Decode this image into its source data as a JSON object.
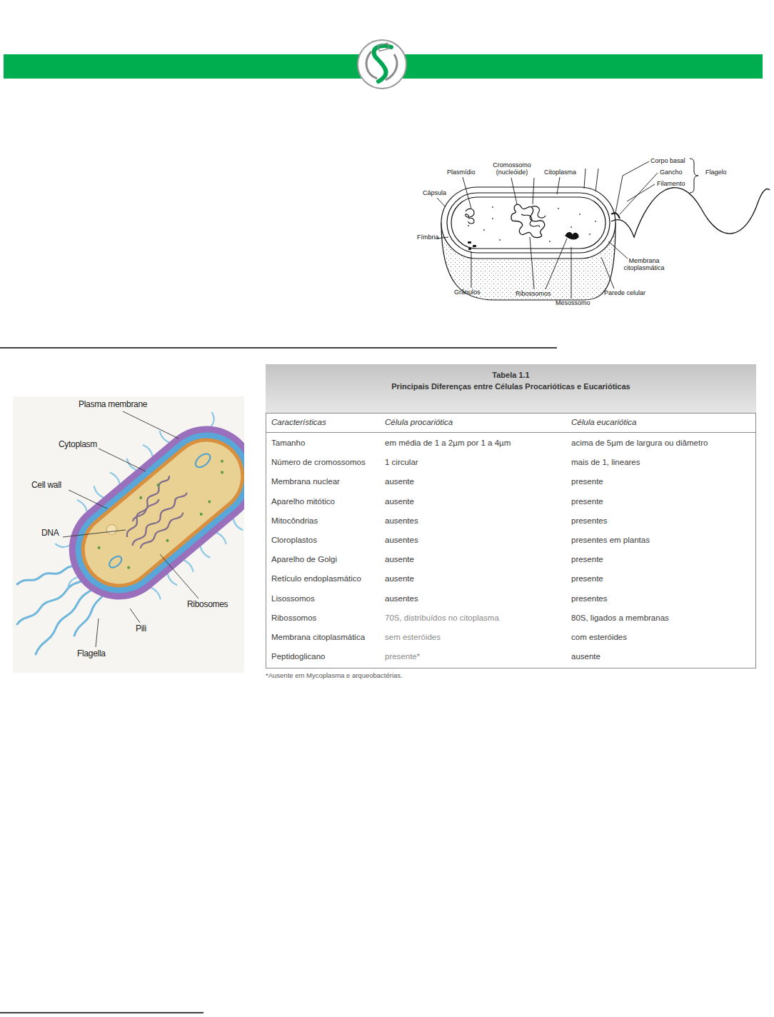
{
  "diagram": {
    "nodes": [
      {
        "text": [
          "Tabela 1.1",
          "Principais Diferenças entre Células Procarióticas e Eucarióticas"
        ]
      }
    ],
    "labels": [
      "Plasmídio",
      "Cromossomo (nucleóide)",
      "Citoplasma",
      "Corpo basal",
      "Gancho",
      "Filamento",
      "Flagelo",
      "Cápsula",
      "Fímbria",
      "Membrana citoplasmática",
      "Grânulos",
      "Ribossomos",
      "Mesossomo",
      "Parede celular",
      "Plasma membrane",
      "Cytoplasm",
      "Cell wall",
      "DNA",
      "Ribosomes",
      "Pili",
      "Flagella",
      "Características",
      "Célula procariótica",
      "Célula eucariótica",
      "Tamanho",
      "em média de 1 a 2µm por 1 a 4µm",
      "acima de 5µm de largura ou diâmetro",
      "Número de cromossomos",
      "1 circular",
      "mais de 1, lineares",
      "Membrana nuclear",
      "ausente",
      "presente",
      "Aparelho mitótico",
      "ausente",
      "presente",
      "Mitocôndrias",
      "ausentes",
      "presentes",
      "Cloroplastos",
      "ausentes",
      "presentes em plantas",
      "Aparelho de Golgi",
      "ausente",
      "presente",
      "Retículo endoplasmático",
      "ausente",
      "presente",
      "Lisossomos",
      "ausentes",
      "presentes",
      "Ribossomos",
      "70S, distribuídos no citoplasma",
      "80S, ligados a membranas",
      "Membrana citoplasmática",
      "sem esteróides",
      "com esteróides",
      "Peptidoglicano",
      "presente*",
      "ausente",
      "*Ausente em Mycoplasma e arqueobactérias."
    ]
  }
}
